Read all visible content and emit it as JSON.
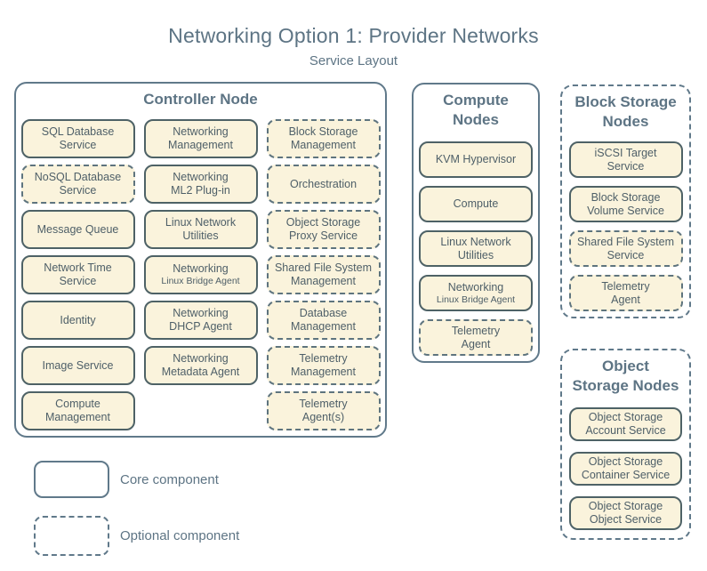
{
  "title": "Networking Option 1: Provider Networks",
  "subtitle": "Service Layout",
  "colors": {
    "box_fill": "#faf3dc",
    "core_border": "#4e6266",
    "optional_border": "#5e747e",
    "container_border": "#60798a",
    "heading": "#5d7484",
    "text": "#4e5f68"
  },
  "groups": [
    {
      "id": "controller-node",
      "title": "Controller Node",
      "border": "solid",
      "columns": 3,
      "services": [
        {
          "label": "SQL Database\nService",
          "optional": false
        },
        {
          "label": "Networking\nManagement",
          "optional": false
        },
        {
          "label": "Block Storage\nManagement",
          "optional": true
        },
        {
          "label": "NoSQL Database\nService",
          "optional": true
        },
        {
          "label": "Networking\nML2 Plug-in",
          "optional": false
        },
        {
          "label": "Orchestration",
          "optional": true
        },
        {
          "label": "Message Queue",
          "optional": false
        },
        {
          "label": "Linux Network\nUtilities",
          "optional": false
        },
        {
          "label": "Object Storage\nProxy Service",
          "optional": true
        },
        {
          "label": "Network Time\nService",
          "optional": false
        },
        {
          "label": "Networking",
          "sublabel": "Linux Bridge Agent",
          "optional": false
        },
        {
          "label": "Shared File System\nManagement",
          "optional": true
        },
        {
          "label": "Identity",
          "optional": false
        },
        {
          "label": "Networking\nDHCP Agent",
          "optional": false
        },
        {
          "label": "Database\nManagement",
          "optional": true
        },
        {
          "label": "Image Service",
          "optional": false
        },
        {
          "label": "Networking\nMetadata Agent",
          "optional": false
        },
        {
          "label": "Telemetry\nManagement",
          "optional": true
        },
        {
          "label": "Compute\nManagement",
          "optional": false
        },
        {
          "spacer": true
        },
        {
          "label": "Telemetry\nAgent(s)",
          "optional": true
        }
      ]
    },
    {
      "id": "compute-nodes",
      "title": "Compute\nNodes",
      "border": "solid",
      "columns": 1,
      "services": [
        {
          "label": "KVM Hypervisor",
          "optional": false
        },
        {
          "label": "Compute",
          "optional": false
        },
        {
          "label": "Linux Network\nUtilities",
          "optional": false
        },
        {
          "label": "Networking",
          "sublabel": "Linux Bridge Agent",
          "optional": false
        },
        {
          "label": "Telemetry\nAgent",
          "optional": true
        }
      ]
    },
    {
      "id": "block-storage-nodes",
      "title": "Block Storage\nNodes",
      "border": "dashed",
      "columns": 1,
      "services": [
        {
          "label": "iSCSI Target\nService",
          "optional": false
        },
        {
          "label": "Block Storage\nVolume Service",
          "optional": false
        },
        {
          "label": "Shared File System\nService",
          "optional": true
        },
        {
          "label": "Telemetry\nAgent",
          "optional": true
        }
      ]
    },
    {
      "id": "object-storage-nodes",
      "title": "Object\nStorage Nodes",
      "border": "dashed",
      "columns": 1,
      "services": [
        {
          "label": "Object Storage\nAccount Service",
          "optional": false
        },
        {
          "label": "Object Storage\nContainer Service",
          "optional": false
        },
        {
          "label": "Object Storage\nObject Service",
          "optional": false
        }
      ]
    }
  ],
  "legend": {
    "items": [
      {
        "style": "solid",
        "label": "Core component"
      },
      {
        "style": "dashed",
        "label": "Optional component"
      }
    ]
  }
}
